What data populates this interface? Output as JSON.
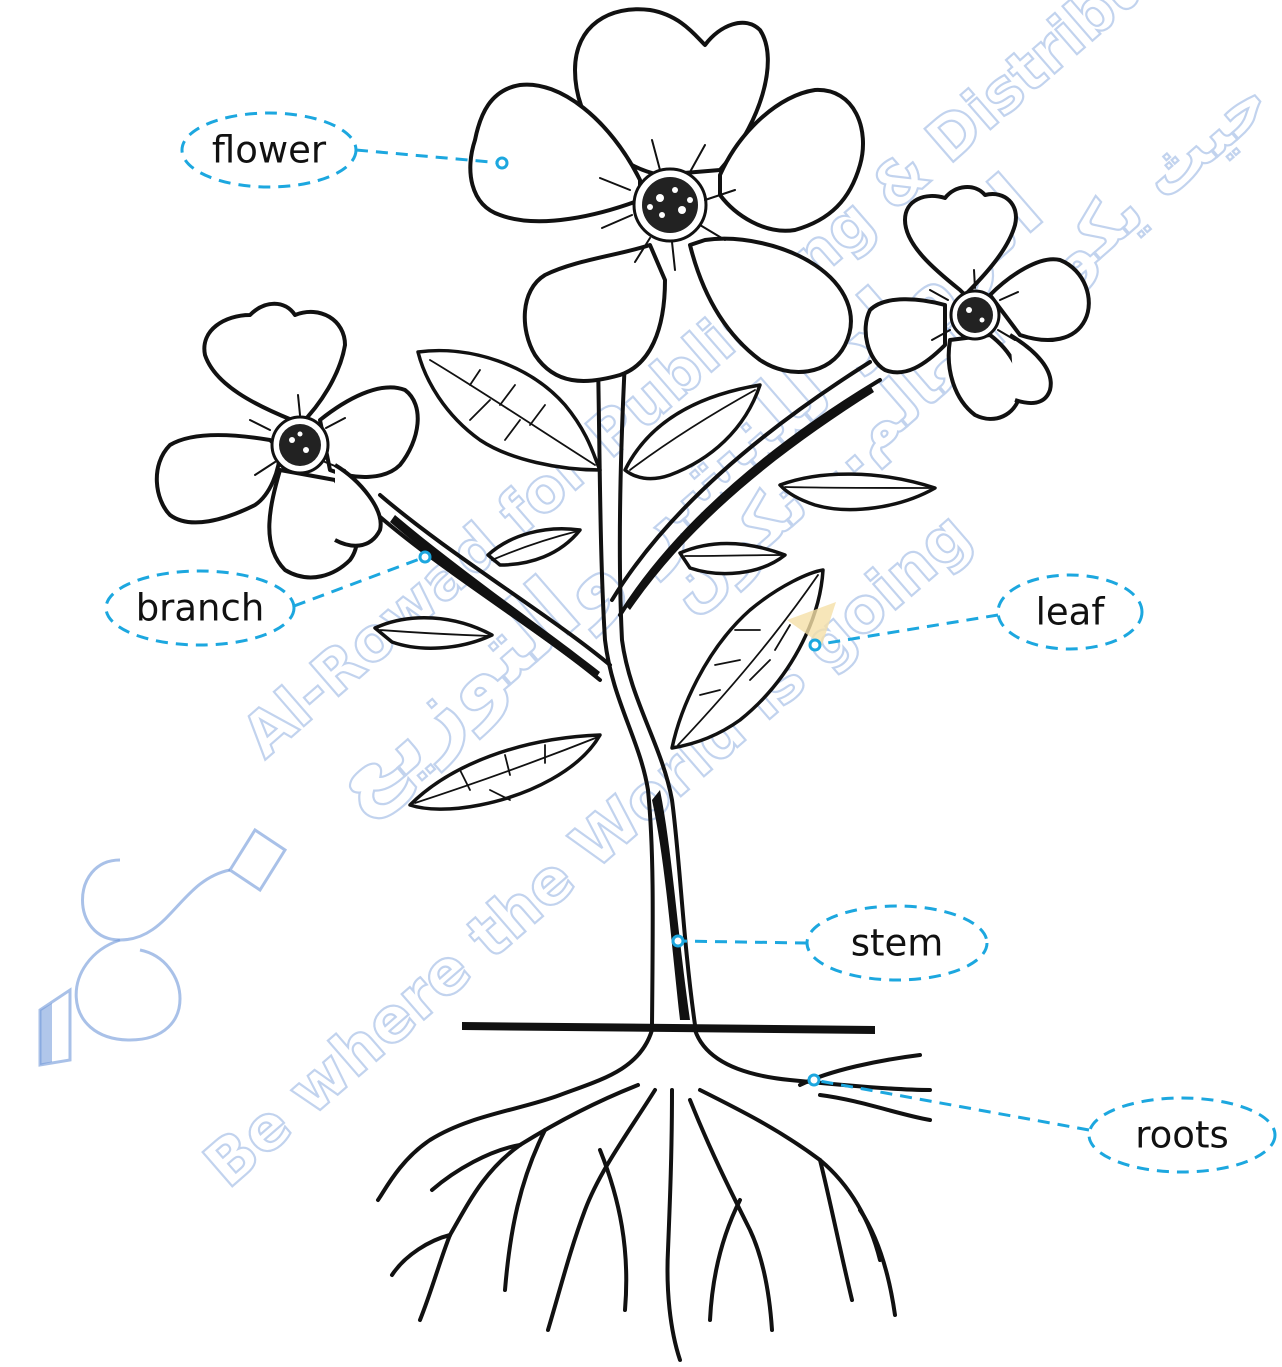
{
  "labels": {
    "flower": "flower",
    "branch": "branch",
    "leaf": "leaf",
    "stem": "stem",
    "roots": "roots"
  },
  "watermark": {
    "line1": "Al-Rowad for Publishing & Distribution",
    "line2": "Be where the World is going",
    "arabic1": "الرواد للنشر والتوزيع",
    "arabic2": "حيث يكون العالم...نكون"
  },
  "colors": {
    "label_outline": "#1ca7df",
    "watermark": "#6f98d8",
    "ink": "#111111"
  }
}
